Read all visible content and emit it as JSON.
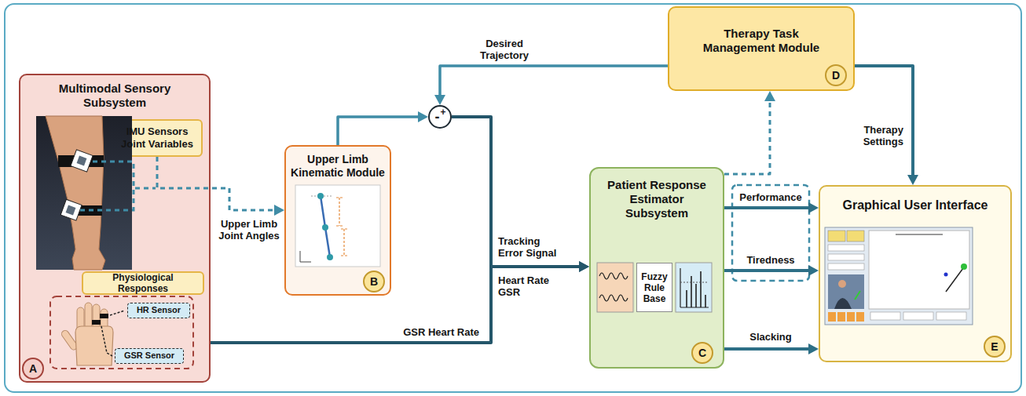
{
  "diagram": {
    "nodes": [
      {
        "text": [
          "Multimodal Sensory Subsystem"
        ]
      },
      {
        "text": [
          "IMU Sensors Joint Variables"
        ],
        "in": 0
      },
      {
        "text": [
          "Physiological Responses"
        ],
        "in": 0
      },
      {
        "text": [
          "HR Sensor"
        ],
        "in": 0
      },
      {
        "text": [
          "GSR Sensor"
        ],
        "in": 0
      },
      {
        "text": [
          "A"
        ],
        "in": 0
      },
      {
        "text": [
          "Upper Limb Kinematic Module"
        ]
      },
      {
        "text": [
          "B"
        ],
        "in": 6
      },
      {
        "text": [
          "-",
          "+"
        ]
      },
      {
        "text": [
          "Patient Response Estimator Subsystem"
        ]
      },
      {
        "text": [
          "Fuzzy Rule Base"
        ],
        "in": 9
      },
      {
        "text": [
          "C"
        ],
        "in": 9
      },
      {
        "text": [
          "Therapy Task Management Module"
        ]
      },
      {
        "text": [
          "D"
        ],
        "in": 12
      },
      {
        "text": [
          "Graphical User Interface"
        ]
      },
      {
        "text": [
          "E"
        ],
        "in": 14
      }
    ],
    "edges": [
      {
        "from": 1,
        "to": 6,
        "label": "Upper Limb Joint Angles",
        "arrow": "to"
      },
      {
        "from": 6,
        "to": 8,
        "arrow": "to"
      },
      {
        "from": 12,
        "to": 8,
        "label": "Desired Trajectory",
        "arrow": "to"
      },
      {
        "from": 8,
        "to": 9,
        "label": "Tracking Error Signal",
        "arrow": "to"
      },
      {
        "from": 0,
        "to": 9,
        "label": "GSR Heart Rate",
        "arrow": "to"
      },
      {
        "from": 9,
        "to": 14,
        "label": "Performance",
        "arrow": "to"
      },
      {
        "from": 9,
        "to": 14,
        "label": "Tiredness",
        "arrow": "to"
      },
      {
        "from": 9,
        "to": 14,
        "label": "Slacking",
        "arrow": "to"
      },
      {
        "from": 9,
        "to": 12,
        "arrow": "to"
      },
      {
        "from": 12,
        "to": 14,
        "label": "Therapy Settings",
        "arrow": "to"
      }
    ],
    "labels": [
      "Heart Rate GSR"
    ]
  }
}
